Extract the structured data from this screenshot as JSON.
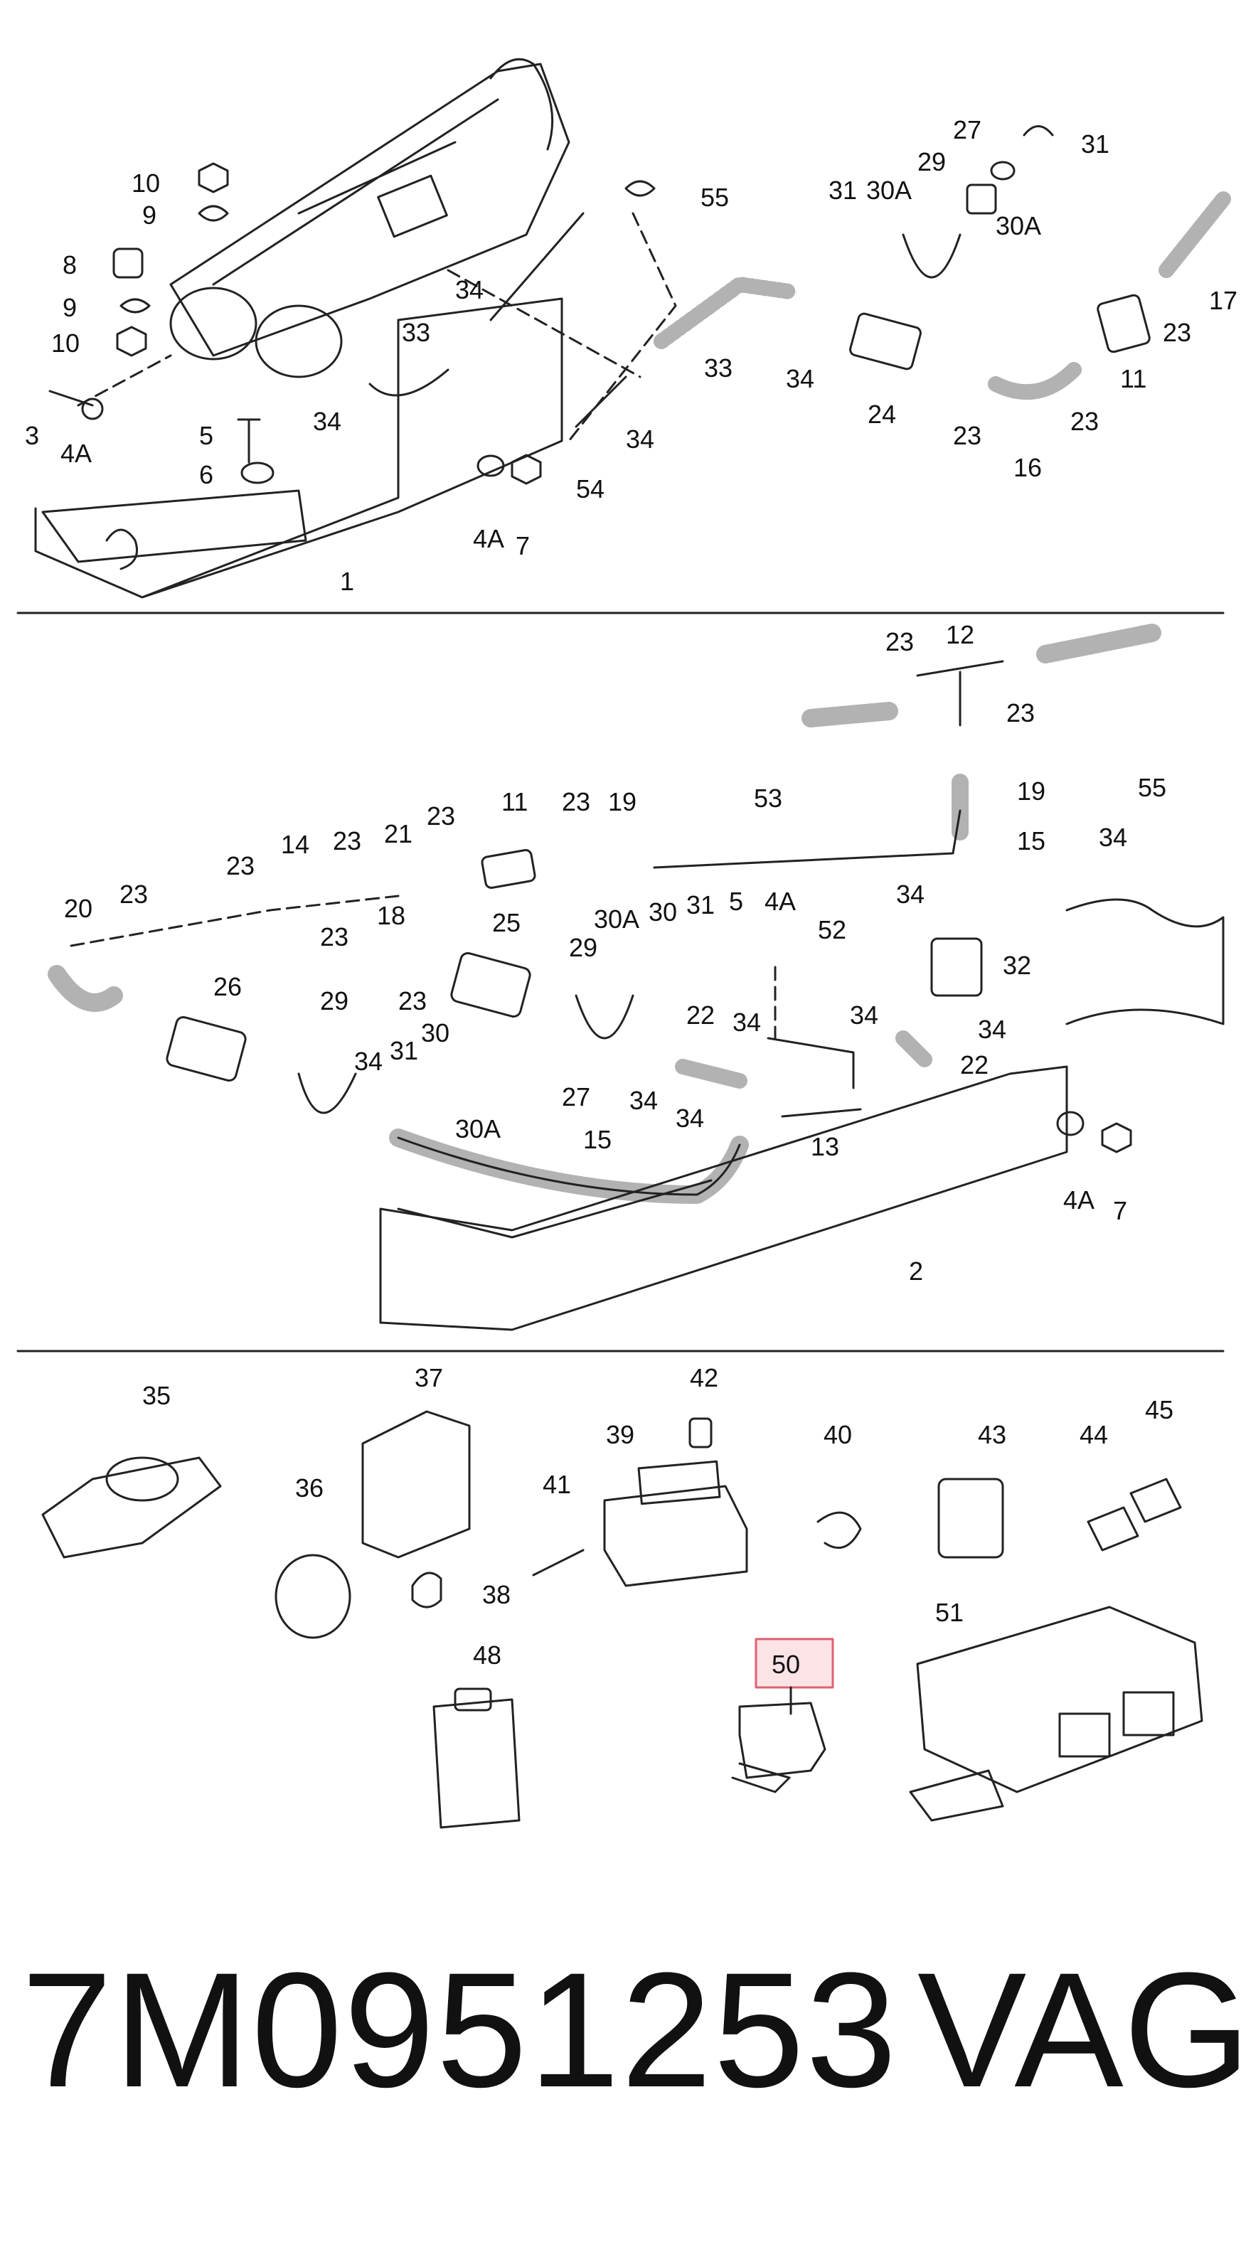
{
  "footer": {
    "part_number": "7M0951253",
    "brand": "VAG"
  },
  "highlight": {
    "color": "#e06070",
    "label": "50"
  },
  "labels": [
    "1",
    "2",
    "3",
    "4A",
    "5",
    "6",
    "7",
    "8",
    "9",
    "10",
    "11",
    "12",
    "13",
    "14",
    "15",
    "16",
    "17",
    "18",
    "19",
    "20",
    "21",
    "22",
    "23",
    "24",
    "25",
    "26",
    "27",
    "29",
    "30",
    "30A",
    "31",
    "32",
    "33",
    "34",
    "35",
    "36",
    "37",
    "38",
    "39",
    "40",
    "41",
    "42",
    "43",
    "44",
    "45",
    "48",
    "50",
    "51",
    "52",
    "53",
    "54",
    "55"
  ]
}
